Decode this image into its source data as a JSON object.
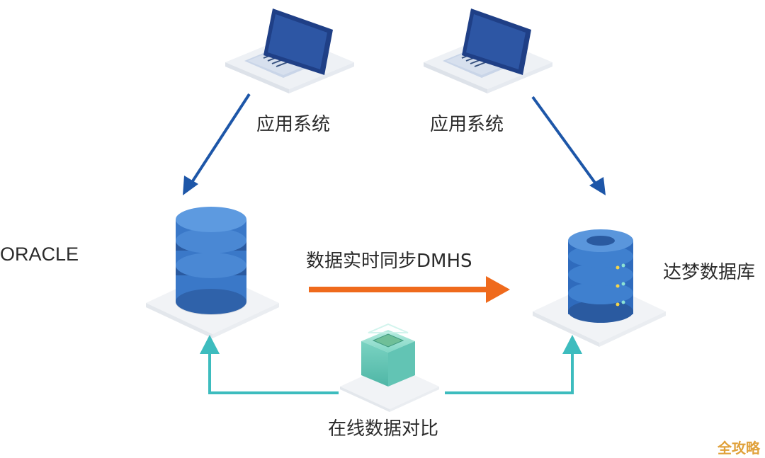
{
  "labels": {
    "app_system_left": "应用系统",
    "app_system_right": "应用系统",
    "oracle": "ORACLE",
    "dameng": "达梦数据库",
    "sync": "数据实时同步DMHS",
    "compare": "在线数据对比"
  },
  "watermark": "全攻略",
  "colors": {
    "arrow_blue": "#1d56a8",
    "arrow_orange": "#ef6a1c",
    "arrow_teal": "#3dbcbe",
    "db_blue": "#3f7fcf",
    "db_dark": "#2a5fa8",
    "platform": "#f1f3f6"
  },
  "icons": [
    "laptop-icon",
    "laptop-icon",
    "database-icon",
    "database-server-icon",
    "compare-box-icon"
  ]
}
